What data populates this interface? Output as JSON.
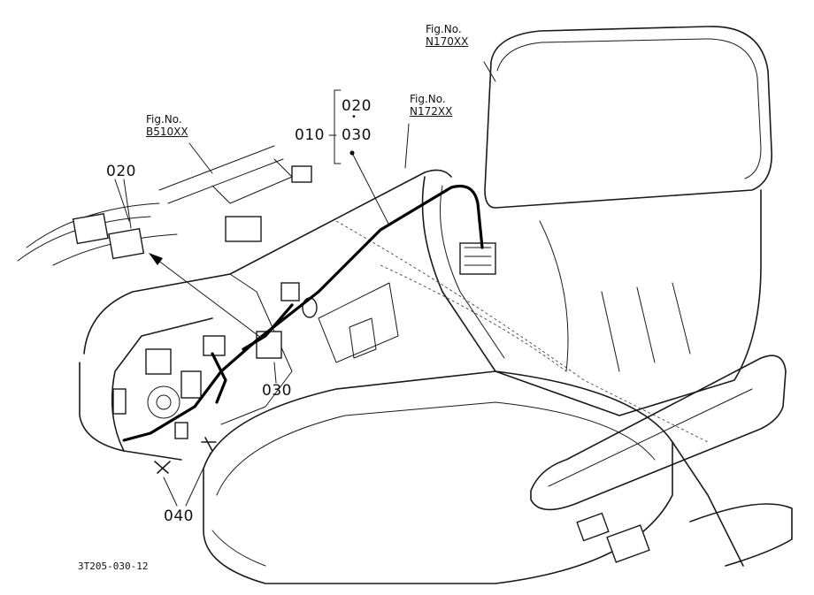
{
  "figure_refs": [
    {
      "id": "fig-n170",
      "label": "Fig.No.",
      "code": "N170XX"
    },
    {
      "id": "fig-n172",
      "label": "Fig.No.",
      "code": "N172XX"
    },
    {
      "id": "fig-b510",
      "label": "Fig.No.",
      "code": "B510XX"
    }
  ],
  "callouts": {
    "part_010": "010",
    "part_020_upper": "020",
    "dot": "•",
    "part_030_upper": "030",
    "part_020_left": "020",
    "part_030_lower": "030",
    "part_040": "040"
  },
  "caption": "3T205-030-12"
}
